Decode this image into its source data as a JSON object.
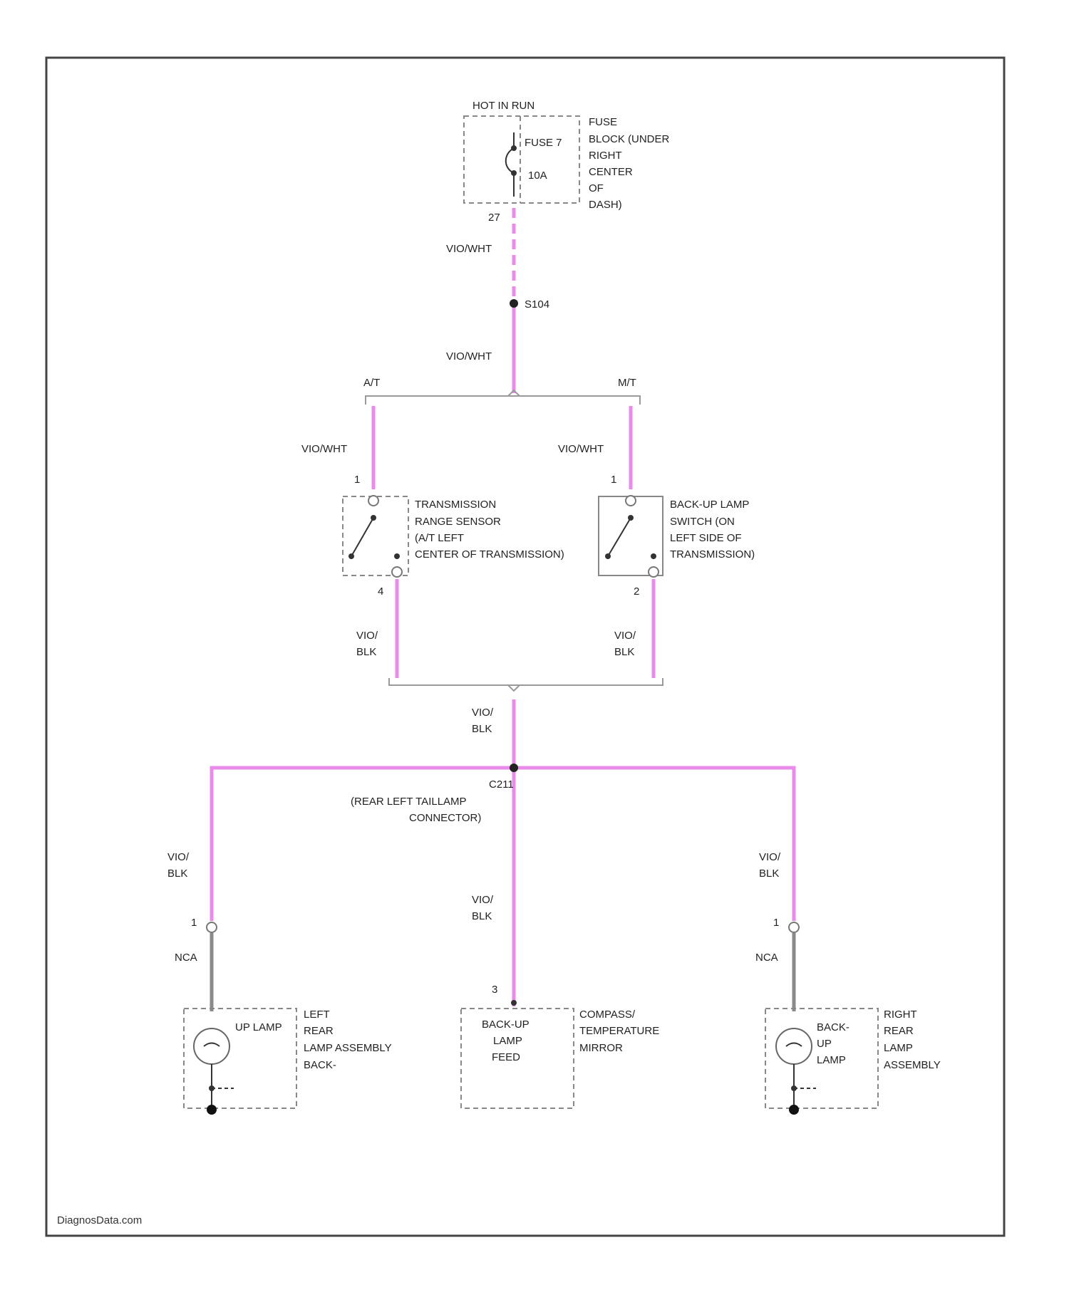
{
  "watermark": "DiagnosData.com",
  "colors": {
    "wire_violet": "#e98be9",
    "wire_gray": "#8a8a8a",
    "frame": "#444444",
    "dashed_box": "#888888"
  },
  "fuse": {
    "header": "HOT IN RUN",
    "name": "FUSE 7",
    "rating": "10A",
    "pin": "27",
    "location": [
      "FUSE",
      "BLOCK (UNDER",
      "RIGHT",
      "CENTER",
      "OF",
      "DASH)"
    ]
  },
  "wires": {
    "vio_wht": "VIO/WHT",
    "vio_blk_1": "VIO/",
    "vio_blk_2": "BLK",
    "nca": "NCA"
  },
  "splices": {
    "top": "S104",
    "bottom_id": "C211",
    "bottom_desc": [
      "(REAR LEFT TAILLAMP",
      "CONNECTOR)"
    ]
  },
  "branches": {
    "at": "A/T",
    "mt": "M/T"
  },
  "range_sensor": {
    "pin_top": "1",
    "pin_bottom": "4",
    "lines": [
      "TRANSMISSION",
      "RANGE SENSOR",
      "(A/T LEFT",
      "CENTER OF TRANSMISSION)"
    ]
  },
  "backup_switch": {
    "pin_top": "1",
    "pin_bottom": "2",
    "lines": [
      "BACK-UP LAMP",
      "SWITCH (ON",
      "LEFT SIDE OF",
      "TRANSMISSION)"
    ]
  },
  "left_lamp": {
    "pin": "1",
    "lamp_label": "UP LAMP",
    "lines": [
      "LEFT",
      "REAR",
      "LAMP ASSEMBLY",
      "BACK-"
    ]
  },
  "mirror": {
    "pin": "3",
    "inner": [
      "BACK-UP",
      "LAMP",
      "FEED"
    ],
    "lines": [
      "COMPASS/",
      "TEMPERATURE",
      "MIRROR"
    ]
  },
  "right_lamp": {
    "pin": "1",
    "inner": [
      "BACK-",
      "UP",
      "LAMP"
    ],
    "lines": [
      "RIGHT",
      "REAR",
      "LAMP",
      "ASSEMBLY"
    ]
  }
}
